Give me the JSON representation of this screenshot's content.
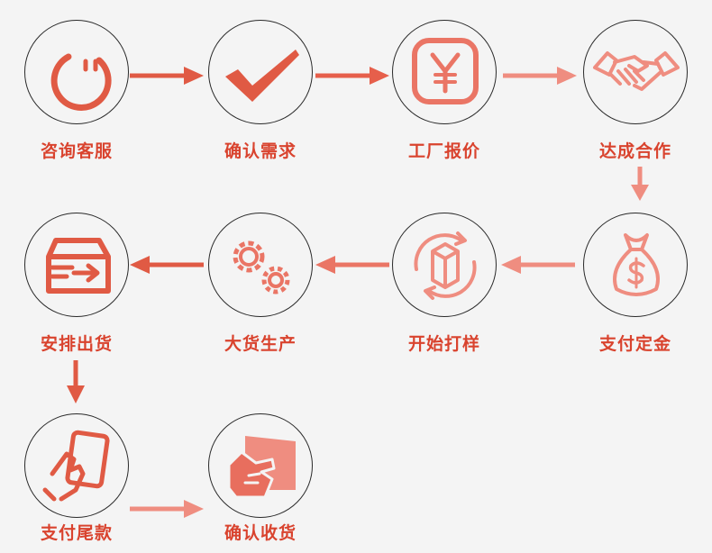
{
  "steps": [
    {
      "label": "咨询客服",
      "icon": "smile-face-icon"
    },
    {
      "label": "确认需求",
      "icon": "checkmark-icon"
    },
    {
      "label": "工厂报价",
      "icon": "yen-icon"
    },
    {
      "label": "达成合作",
      "icon": "handshake-icon"
    },
    {
      "label": "支付定金",
      "icon": "money-bag-icon"
    },
    {
      "label": "开始打样",
      "icon": "cube-cycle-icon"
    },
    {
      "label": "大货生产",
      "icon": "gears-icon"
    },
    {
      "label": "安排出货",
      "icon": "box-delivery-icon"
    },
    {
      "label": "支付尾款",
      "icon": "card-in-hand-icon"
    },
    {
      "label": "确认收货",
      "icon": "receive-package-icon"
    }
  ],
  "colors": {
    "accent": "#d9432e",
    "light_accent": "#ef8d80",
    "circle_border": "#2a2a2a",
    "background": "#f4f4f4"
  }
}
